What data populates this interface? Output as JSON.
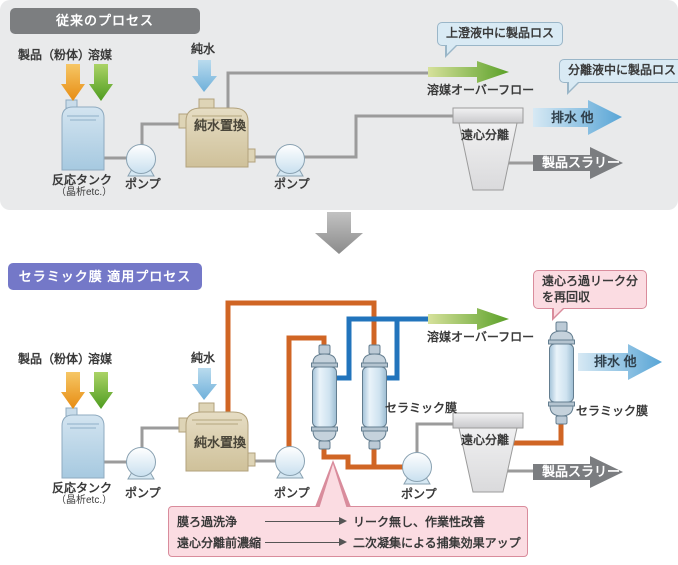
{
  "top": {
    "badge": "従来のプロセス",
    "label_product": "製品（粉体）",
    "label_solvent": "溶媒",
    "label_pure_water": "純水",
    "tank_reaction": "反応タンク",
    "tank_reaction_sub": "（晶析etc.）",
    "pump": "ポンプ",
    "tank_replace": "純水置換",
    "bubble_supernatant": "上澄液中に製品ロス",
    "label_overflow": "溶媒オーバーフロー",
    "bubble_separated": "分離液中に製品ロス",
    "arrow_drain": "排水 他",
    "centrifuge": "遠心分離",
    "arrow_slurry": "製品スラリー"
  },
  "bottom": {
    "badge": "セラミック膜 適用プロセス",
    "label_product": "製品（粉体）",
    "label_solvent": "溶媒",
    "label_pure_water": "純水",
    "tank_reaction": "反応タンク",
    "tank_reaction_sub": "（晶析etc.）",
    "pump": "ポンプ",
    "tank_replace": "純水置換",
    "membrane": "セラミック膜",
    "membrane_right": "セラミック膜",
    "label_overflow": "溶媒オーバーフロー",
    "bubble_recover_line1": "遠心ろ過リーク分",
    "bubble_recover_line2": "を再回収",
    "arrow_drain": "排水 他",
    "centrifuge": "遠心分離",
    "arrow_slurry": "製品スラリー",
    "note": {
      "row1_left": "膜ろ過洗浄",
      "row1_right": "リーク無し、作業性改善",
      "row2_left": "遠心分離前濃縮",
      "row2_right": "二次凝集による捕集効果アップ"
    }
  },
  "colors": {
    "panel_bg": "#e9eaeb",
    "badge_top": "#7c7e80",
    "badge_bottom": "#7478c8",
    "pipe_gray": "#9b9b9b",
    "pipe_orange": "#d06524",
    "pipe_blue": "#2274bc",
    "bubble_blue_bg": "#d9eaf4",
    "bubble_blue_border": "#9ab6c8",
    "pink_bg": "#fbdce2",
    "pink_border": "#d98c9c",
    "arrow_green": "#5aa028",
    "arrow_drain_blue": "#58a5d6",
    "arrow_slurry_gray": "#7b7d80"
  }
}
